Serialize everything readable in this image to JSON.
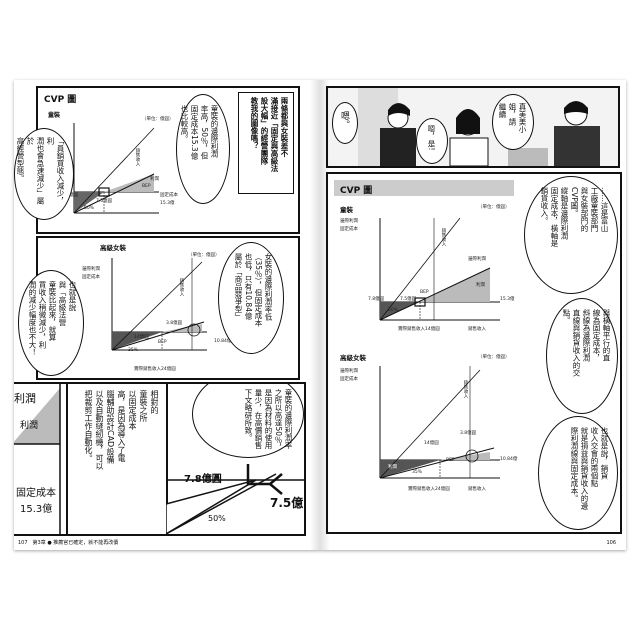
{
  "left_page": {
    "panel1": {
      "title": "CVP 圖",
      "chart_heading": "童裝",
      "chart_labels": [
        "（單位：億圓）",
        "銷售收入",
        "BEP",
        "利潤",
        "7.8億圓",
        "7.5億圓",
        "50%",
        "固定成本",
        "15.3億"
      ],
      "bubble_a": [
        "童裝的邊際利潤",
        "率高，50％，但",
        "固定成本15.3億",
        "也比較高。"
      ],
      "bubble_b": [
        "兩條都與女裝差不",
        "滿接近「固定與高級法",
        "設大幅」的經營團隊",
        "教我的圖像嗎？"
      ],
      "bubble_c": [
        "「員銷買收入減少，利",
        "潤也會急速減少」屬於",
        "高經營型態。"
      ]
    },
    "panel2": {
      "heading": "高級女裝",
      "chart_labels": [
        "（單位：億圓）",
        "邊際利潤",
        "固定成本",
        "銷售收入",
        "3.8億圓",
        "14億圓",
        "BEP",
        "35%",
        "利潤",
        "10.84億",
        "實際銷售收入24億圓"
      ],
      "bubble_a": [
        "女裝的邊際利潤率低",
        "（35％），但固定成本",
        "也低，只有10.84億",
        "屬於「商品競爭型」"
      ],
      "bubble_b": [
        "也就是說",
        "與「高級法營",
        "童裝比起來，就算",
        "買收入稍微減少，利",
        "潤的減少幅度也不大！"
      ]
    },
    "panel3": {
      "big_labels": [
        "利潤",
        "利潤",
        "固定成本",
        "15.3億",
        "7.8億圓",
        "7.5億",
        "50%"
      ],
      "text_a": [
        "相對的",
        "童裝之所",
        "以固定成本",
        "高，是因為導入了電",
        "腦輔助設計CAD設備",
        "以及自動縫紉機，可以",
        "把裁剪工作自動化。"
      ],
      "text_b": [
        "童裝的邊際利潤率",
        "之所以高達50％，",
        "是因為材料的使用",
        "量少，在高價銷售",
        "下文略研所致。"
      ]
    },
    "footer": "107　第3章 ● 推薦官已確定，就不能再改價"
  },
  "right_page": {
    "manga": {
      "bubble_a": "嗯。",
      "bubble_b": [
        "真美美小",
        "姐，請",
        "繼續"
      ],
      "bubble_c": "嗯，是!"
    },
    "panel": {
      "title": "CVP 圖",
      "chart1_heading": "童裝",
      "chart1_labels": [
        "（單位：億圓）",
        "邊際利潤",
        "固定成本",
        "銷售收入",
        "邊際利潤",
        "BEP",
        "利潤",
        "7.5億圓",
        "7.8億圓",
        "50%",
        "15.3億",
        "實際銷售收入14億圓",
        "銷售收入"
      ],
      "chart2_heading": "高級女裝",
      "chart2_labels": [
        "（單位：億圓）",
        "邊際利潤",
        "固定成本",
        "銷售收入",
        "3.8億圓",
        "14億圓",
        "BEP",
        "35%",
        "利潤",
        "10.84億",
        "實際銷售收入24億圓",
        "銷售收入"
      ],
      "text_a": [
        "……這是富山",
        "工廠童裝部門",
        "與女裝部門的",
        "CVP圖。",
        "縱軸是邊際利潤",
        "固定成本，橫軸是",
        "銷貨收入。"
      ],
      "text_b": [
        "與橫軸平行的直",
        "線為固定成本，",
        "斜線為邊際利潤",
        "直線與銷貨收入的交",
        "點。"
      ],
      "text_c": [
        "也就是說，銷貨",
        "收入交會的兩個點",
        "就是損益與銷貨收入的邊",
        "際利潤線與固定成本。"
      ]
    },
    "footer": "106"
  }
}
